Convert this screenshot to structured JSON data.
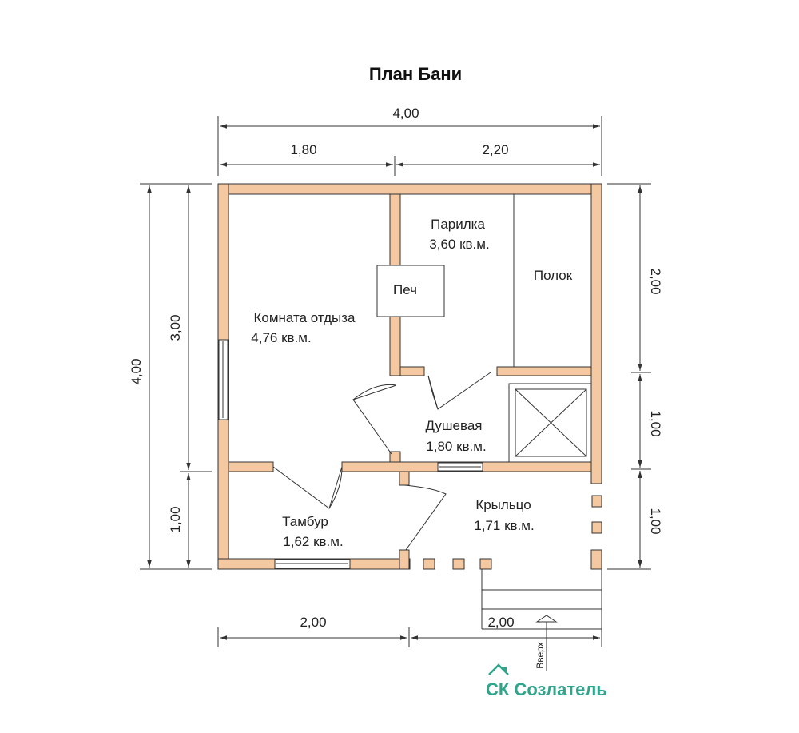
{
  "title": "План Бани",
  "dimensions": {
    "top_total": "4,00",
    "top_left": "1,80",
    "top_right": "2,20",
    "left_total": "4,00",
    "left_upper": "3,00",
    "left_lower": "1,00",
    "right_upper": "2,00",
    "right_middle": "1,00",
    "right_lower": "1,00",
    "bottom_left": "2,00",
    "bottom_right": "2,00"
  },
  "rooms": {
    "rest_room": {
      "name": "Комната отдыза",
      "area": "4,76 кв.м."
    },
    "steam_room": {
      "name": "Парилка",
      "area": "3,60 кв.м."
    },
    "stove": {
      "name": "Печ"
    },
    "shelf": {
      "name": "Полок"
    },
    "shower": {
      "name": "Душевая",
      "area": "1,80 кв.м."
    },
    "vestibule": {
      "name": "Тамбур",
      "area": "1,62 кв.м."
    },
    "porch": {
      "name": "Крыльцо",
      "area": "1,71 кв.м."
    }
  },
  "stairs_label": "Вверх",
  "logo": {
    "text": "СК Созлатель"
  },
  "colors": {
    "wall": "#f4c9a1",
    "logo": "#2fa58c"
  }
}
